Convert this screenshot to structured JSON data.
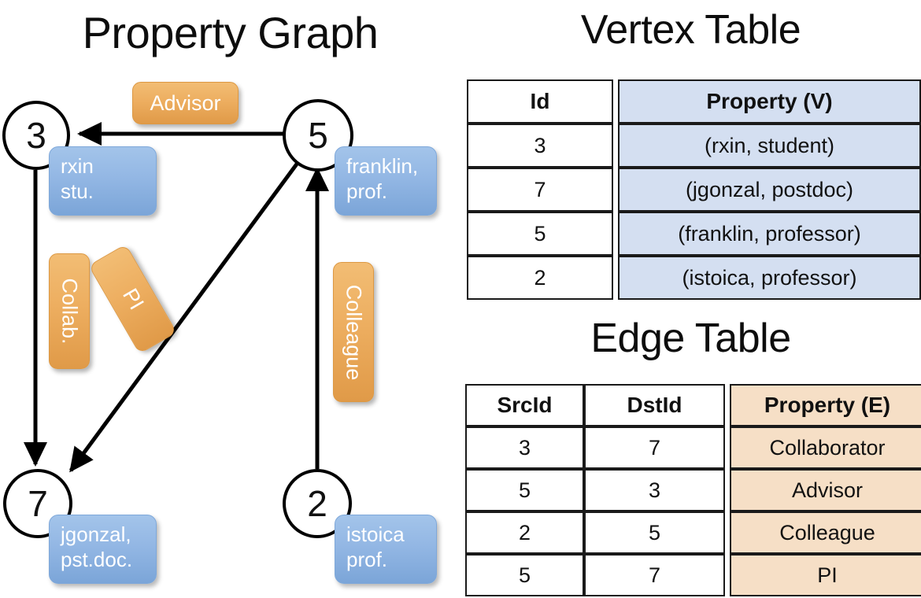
{
  "titles": {
    "property_graph": "Property Graph",
    "vertex_table": "Vertex Table",
    "edge_table": "Edge Table"
  },
  "colors": {
    "vertex_property_fill": "#d4dff1",
    "edge_property_fill": "#f6dfc6",
    "node_box_blue": "#93b7e4",
    "edge_label_orange": "#edae60",
    "stroke": "#000000"
  },
  "graph": {
    "nodes": [
      {
        "id": "3",
        "prop_line1": "rxin",
        "prop_line2": "stu."
      },
      {
        "id": "5",
        "prop_line1": "franklin,",
        "prop_line2": "prof."
      },
      {
        "id": "7",
        "prop_line1": "jgonzal,",
        "prop_line2": "pst.doc."
      },
      {
        "id": "2",
        "prop_line1": "istoica",
        "prop_line2": "prof."
      }
    ],
    "edge_labels": [
      {
        "text": "Advisor",
        "orientation": "horizontal"
      },
      {
        "text": "Collab.",
        "orientation": "vertical"
      },
      {
        "text": "PI",
        "orientation": "rotated"
      },
      {
        "text": "Colleague",
        "orientation": "vertical"
      }
    ],
    "edges": [
      {
        "src": "5",
        "dst": "3",
        "label": "Advisor"
      },
      {
        "src": "3",
        "dst": "7",
        "label": "Collab."
      },
      {
        "src": "5",
        "dst": "7",
        "label": "PI"
      },
      {
        "src": "2",
        "dst": "5",
        "label": "Colleague"
      }
    ]
  },
  "vertex_table": {
    "headers": [
      "Id",
      "Property (V)"
    ],
    "rows": [
      {
        "id": "3",
        "property": "(rxin, student)"
      },
      {
        "id": "7",
        "property": "(jgonzal, postdoc)"
      },
      {
        "id": "5",
        "property": "(franklin, professor)"
      },
      {
        "id": "2",
        "property": "(istoica, professor)"
      }
    ]
  },
  "edge_table": {
    "headers": [
      "SrcId",
      "DstId",
      "Property (E)"
    ],
    "rows": [
      {
        "src": "3",
        "dst": "7",
        "property": "Collaborator"
      },
      {
        "src": "5",
        "dst": "3",
        "property": "Advisor"
      },
      {
        "src": "2",
        "dst": "5",
        "property": "Colleague"
      },
      {
        "src": "5",
        "dst": "7",
        "property": "PI"
      }
    ]
  }
}
